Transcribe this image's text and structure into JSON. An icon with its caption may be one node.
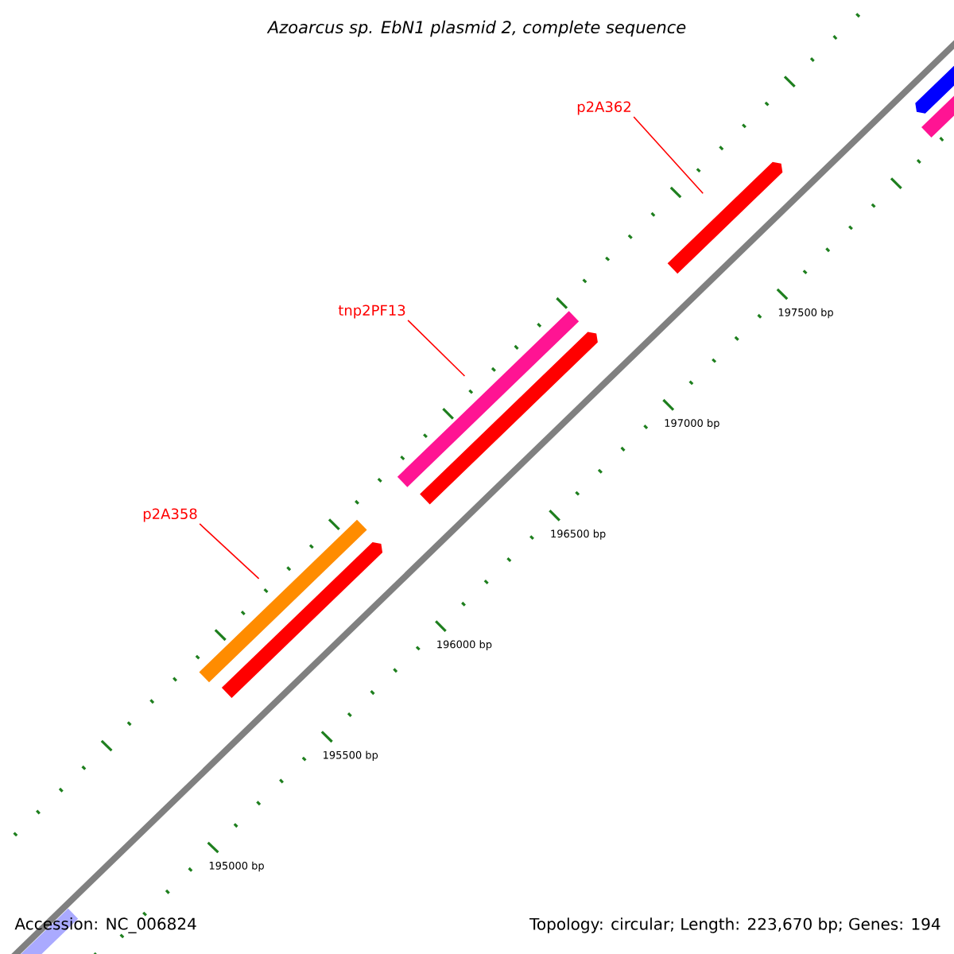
{
  "diagram": {
    "title": "Azoarcus sp. EbN1 plasmid 2, complete sequence",
    "nodes": [
      {
        "text": [
          "p2A362"
        ]
      },
      {
        "text": [],
        "shape": "bar"
      },
      {
        "text": [
          "tnp2PF13"
        ]
      },
      {
        "text": [],
        "shape": "bar"
      },
      {
        "text": [
          "p2A358"
        ]
      },
      {
        "text": [],
        "shape": "bar"
      }
    ],
    "edges": [
      {
        "from": 0,
        "to": 1,
        "arrow": "none"
      },
      {
        "from": 2,
        "to": 3,
        "arrow": "none"
      },
      {
        "from": 4,
        "to": 5,
        "arrow": "none"
      }
    ],
    "labels": [
      "197500 bp",
      "197000 bp",
      "196500 bp",
      "196000 bp",
      "195500 bp",
      "195000 bp",
      "Accession: NC_006824",
      "Topology: circular; Length: 223,670 bp; Genes: 194"
    ]
  }
}
